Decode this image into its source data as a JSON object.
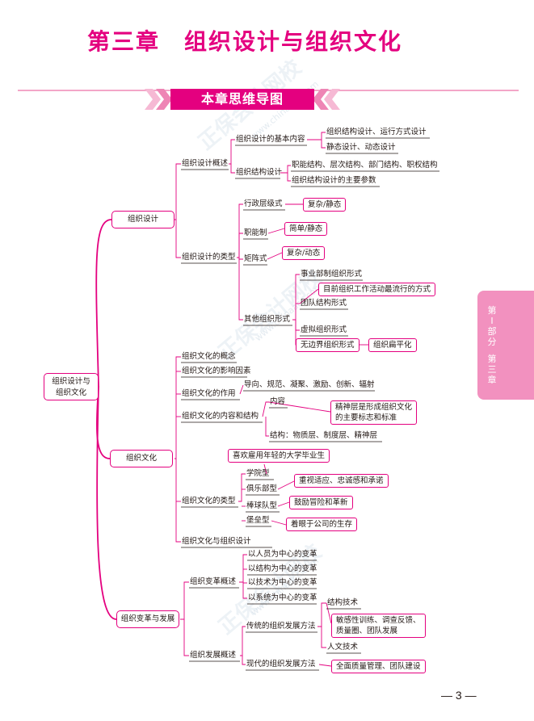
{
  "title": "第三章　组织设计与组织文化",
  "banner": "本章思维导图",
  "root": "组织设计与\n组织文化",
  "side_tab": [
    "第",
    "I",
    "部",
    "分",
    "第",
    "三",
    "章"
  ],
  "page_number": "— 3 —",
  "watermark": {
    "brand": "正保会计网校",
    "url": "www.chinaacc.com"
  },
  "branches": {
    "design": {
      "label": "组织设计",
      "overview": {
        "label": "组织设计概述",
        "basic": {
          "label": "组织设计的基本内容",
          "items": [
            "组织结构设计、运行方式设计",
            "静态设计、动态设计"
          ]
        },
        "structure": {
          "label": "组织结构设计",
          "items": [
            "职能结构、层次结构、部门结构、职权结构",
            "组织结构设计的主要参数"
          ]
        }
      },
      "types": {
        "label": "组织设计的类型",
        "admin": {
          "label": "行政层级式",
          "note": "复杂/静态"
        },
        "functional": {
          "label": "职能制",
          "note": "简单/静态"
        },
        "matrix": {
          "label": "矩阵式",
          "note": "复杂/动态"
        },
        "other": {
          "label": "其他组织形式",
          "items": [
            "事业部制组织形式",
            "团队结构形式",
            "虚拟组织形式",
            "无边界组织形式"
          ],
          "team_note": "目前组织工作活动最流行的方式",
          "boundaryless_note": "组织扁平化"
        }
      }
    },
    "culture": {
      "label": "组织文化",
      "concept": "组织文化的概念",
      "factors": "组织文化的影响因素",
      "role": {
        "label": "组织文化的作用",
        "items": "导向、规范、凝聚、激励、创新、辐射"
      },
      "content": {
        "label": "组织文化的内容和结构",
        "inner": "内容",
        "spirit_note": "精神层是形成组织文化\n的主要标志和标准",
        "structure": "结构：物质层、制度层、精神层"
      },
      "types": {
        "label": "组织文化的类型",
        "academy": {
          "label": "学院型",
          "note": "喜欢雇用年轻的大学毕业生"
        },
        "club": {
          "label": "俱乐部型",
          "note": "重视适应、忠诚感和承诺"
        },
        "baseball": {
          "label": "棒球队型",
          "note": "鼓励冒险和革新"
        },
        "fortress": {
          "label": "堡垒型",
          "note": "着眼于公司的生存"
        }
      },
      "design": "组织文化与组织设计"
    },
    "change": {
      "label": "组织变革与发展",
      "overview": {
        "label": "组织变革概述",
        "items": [
          "以人员为中心的变革",
          "以结构为中心的变革",
          "以技术为中心的变革",
          "以系统为中心的变革"
        ]
      },
      "development": {
        "label": "组织发展概述",
        "traditional": {
          "label": "传统的组织发展方法",
          "structure_tech": "结构技术",
          "note": "敏感性训练、调查反馈、\n质量圈、团队发展",
          "human_tech": "人文技术"
        },
        "modern": {
          "label": "现代的组织发展方法",
          "note": "全面质量管理、团队建设"
        }
      }
    }
  },
  "colors": {
    "accent": "#e4007f",
    "line": "#e4007f",
    "tab": "#f291bf"
  }
}
